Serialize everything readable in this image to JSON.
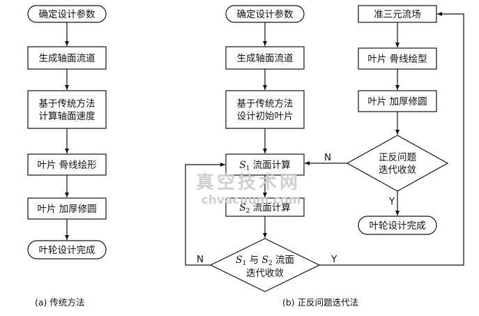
{
  "left_flow": {
    "n1": "确定设计参数",
    "n2": "生成轴面流道",
    "n3a": "基于传统方法",
    "n3b": "计算轴面速度",
    "n4": "叶片 骨线绘形",
    "n5": "叶片 加厚修圆",
    "n6": "叶轮设计完成",
    "caption": "(a)  传统方法"
  },
  "right_flow": {
    "n1": "确定设计参数",
    "n2": "生成轴面流道",
    "n3a": "基于传统方法",
    "n3b": "设计初始叶片",
    "s1_var": "S",
    "s1_sub": "1",
    "s1_text": " 流面计算",
    "s2_var": "S",
    "s2_sub": "2",
    "s2_text": " 流面计算",
    "d1_s": "S",
    "d1_sub1": "1",
    "d1_mid": " 与 ",
    "d1_sub2": "2",
    "d1_end": " 流面",
    "d1_line2": "迭代收敛",
    "q1": "准三元流场",
    "q2": "叶片 骨线绘型",
    "q3": "叶片 加厚修圆",
    "q4a": "正反问题",
    "q4b": "迭代收敛",
    "q5": "叶轮设计完成",
    "label_n1": "N",
    "label_n2": "N",
    "label_y1": "Y",
    "label_y2": "Y",
    "caption": "(b)  正反问题迭代法"
  },
  "watermark": {
    "line1": "真空技术网",
    "line2": "chvacuum.com"
  }
}
